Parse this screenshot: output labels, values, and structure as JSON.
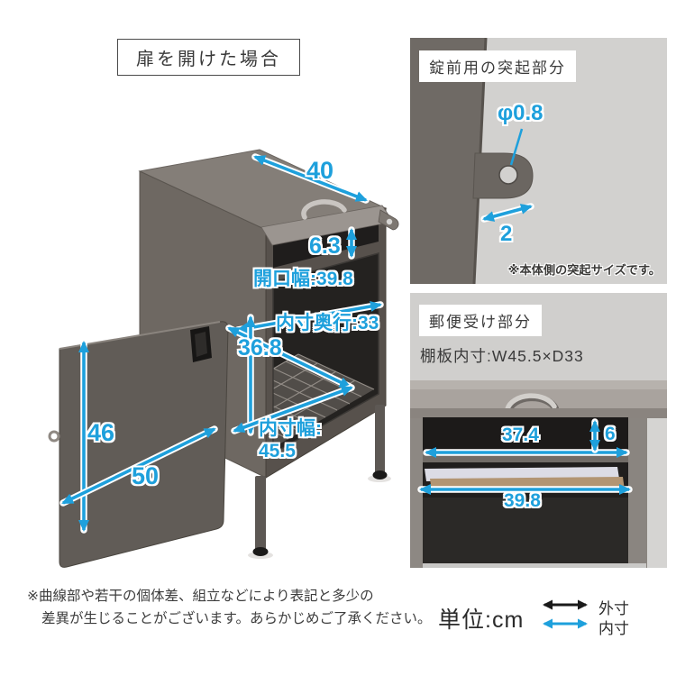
{
  "header": {
    "title": "扉を開けた場合"
  },
  "main_diagram": {
    "top_depth": "40",
    "slot_height": "6.3",
    "opening_width": "開口幅:39.8",
    "inner_depth": "内寸奥行:33",
    "inner_height": "36.8",
    "inner_width_label": "内寸幅:",
    "inner_width_value": "45.5",
    "door_height": "46",
    "door_width": "50"
  },
  "lock_panel": {
    "title": "錠前用の突起部分",
    "hole_diameter": "φ0.8",
    "protrusion_width": "2",
    "note": "※本体側の突起サイズです。"
  },
  "mail_panel": {
    "title": "郵便受け部分",
    "shelf_note": "棚板内寸:W45.5×D33",
    "slot_width": "37.4",
    "slot_height": "6",
    "opening_width": "39.8"
  },
  "footer": {
    "note_line1": "※曲線部や若干の個体差、組立などにより表記と多少の",
    "note_line2": "差異が生じることがございます。あらかじめご了承ください。",
    "unit_label": "単位:cm",
    "legend_outer": "外寸",
    "legend_inner": "内寸"
  },
  "colors": {
    "dimension_inner_arrow": "#1ea0dc",
    "dimension_outer_arrow": "#1a1a1a",
    "cabinet_gray": "#6e6862"
  }
}
